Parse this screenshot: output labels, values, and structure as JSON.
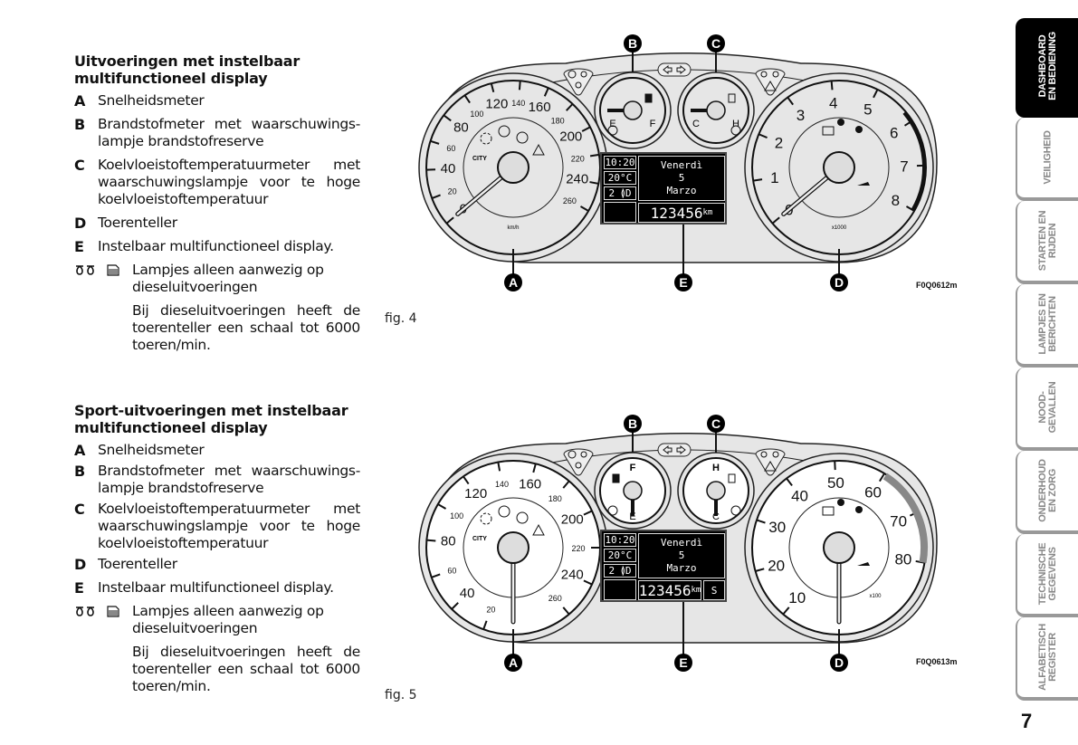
{
  "section1": {
    "title": "Uitvoeringen met instelbaar multifunctioneel display",
    "items": [
      {
        "key": "A",
        "text": "Snelheidsmeter"
      },
      {
        "key": "B",
        "text": "Brandstofmeter met waarschuwings-lampje brandstofreserve"
      },
      {
        "key": "C",
        "text": "Koelvloeistoftemperatuurmeter met waarschuwingslampje voor te hoge koelvloeistoftemperatuur"
      },
      {
        "key": "D",
        "text": "Toerenteller"
      },
      {
        "key": "E",
        "text": "Instelbaar multifunctioneel display."
      }
    ],
    "note": "Lampjes alleen aanwezig op dieseluitvoeringen",
    "note_icons": [
      "glow-plug-icon",
      "particulate-filter-icon"
    ],
    "sub_note": "Bij dieseluitvoeringen heeft de toerenteller een schaal tot 6000 toeren/min."
  },
  "section2": {
    "title": "Sport-uitvoeringen met instelbaar multifunctioneel display",
    "items": [
      {
        "key": "A",
        "text": "Snelheidsmeter"
      },
      {
        "key": "B",
        "text": "Brandstofmeter met waarschuwings-lampje brandstofreserve"
      },
      {
        "key": "C",
        "text": "Koelvloeistoftemperatuurmeter met waarschuwingslampje voor te hoge koelvloeistoftemperatuur"
      },
      {
        "key": "D",
        "text": "Toerenteller"
      },
      {
        "key": "E",
        "text": "Instelbaar multifunctioneel display."
      }
    ],
    "note": "Lampjes alleen aanwezig op dieseluitvoeringen",
    "note_icons": [
      "glow-plug-icon",
      "particulate-filter-icon"
    ],
    "sub_note": "Bij dieseluitvoeringen heeft de toerenteller een schaal tot 6000 toeren/min."
  },
  "figures": [
    {
      "caption": "fig. 4",
      "code": "F0Q0612m",
      "markers": {
        "A": "A",
        "B": "B",
        "C": "C",
        "D": "D",
        "E": "E"
      },
      "speedometer": {
        "ticks": [
          "0",
          "20",
          "40",
          "60",
          "80",
          "100",
          "120",
          "140",
          "160",
          "180",
          "200",
          "220",
          "240",
          "260"
        ],
        "unit": "km/h",
        "mode": "CITY"
      },
      "fuel": {
        "low": "E",
        "high": "F"
      },
      "temp": {
        "low": "C",
        "high": "H"
      },
      "tachometer": {
        "ticks": [
          "0",
          "1",
          "2",
          "3",
          "4",
          "5",
          "6",
          "7",
          "8"
        ],
        "unit": "x1000"
      },
      "display": {
        "time": "10:20",
        "temp": "20°C",
        "gear": "2",
        "day": "Venerdì",
        "date": "5",
        "month": "Marzo",
        "odometer": "123456",
        "odometer_unit": "km"
      }
    },
    {
      "caption": "fig. 5",
      "code": "F0Q0613m",
      "markers": {
        "A": "A",
        "B": "B",
        "C": "C",
        "D": "D",
        "E": "E"
      },
      "speedometer": {
        "ticks": [
          "20",
          "40",
          "60",
          "80",
          "100",
          "120",
          "140",
          "160",
          "180",
          "200",
          "220",
          "240",
          "260"
        ],
        "unit": "",
        "mode": "CITY"
      },
      "fuel": {
        "low": "E",
        "high": "F"
      },
      "temp": {
        "low": "C",
        "high": "H"
      },
      "tachometer": {
        "ticks": [
          "10",
          "20",
          "30",
          "40",
          "50",
          "60",
          "70",
          "80"
        ],
        "unit": "x100"
      },
      "display": {
        "time": "10:20",
        "temp": "20°C",
        "gear": "2",
        "day": "Venerdì",
        "date": "5",
        "month": "Marzo",
        "odometer": "123456",
        "odometer_unit": "km",
        "mode": "S"
      }
    }
  ],
  "tabs": [
    {
      "label": "DASHBOARD EN BEDIENING",
      "line1": "DASHBOARD",
      "line2": "EN BEDIENING",
      "active": true
    },
    {
      "label": "VEILIGHEID",
      "line1": "VEILIGHEID",
      "line2": "",
      "active": false
    },
    {
      "label": "STARTEN EN RIJDEN",
      "line1": "STARTEN EN",
      "line2": "RIJDEN",
      "active": false
    },
    {
      "label": "LAMPJES EN BERICHTEN",
      "line1": "LAMPJES EN",
      "line2": "BERICHTEN",
      "active": false
    },
    {
      "label": "NOOD-GEVALLEN",
      "line1": "NOOD-",
      "line2": "GEVALLEN",
      "active": false
    },
    {
      "label": "ONDERHOUD EN ZORG",
      "line1": "ONDERHOUD",
      "line2": "EN ZORG",
      "active": false
    },
    {
      "label": "TECHNISCHE GEGEVENS",
      "line1": "TECHNISCHE",
      "line2": "GEGEVENS",
      "active": false
    },
    {
      "label": "ALFABETISCH REGISTER",
      "line1": "ALFABETISCH",
      "line2": "REGISTER",
      "active": false
    }
  ],
  "page_number": "7"
}
